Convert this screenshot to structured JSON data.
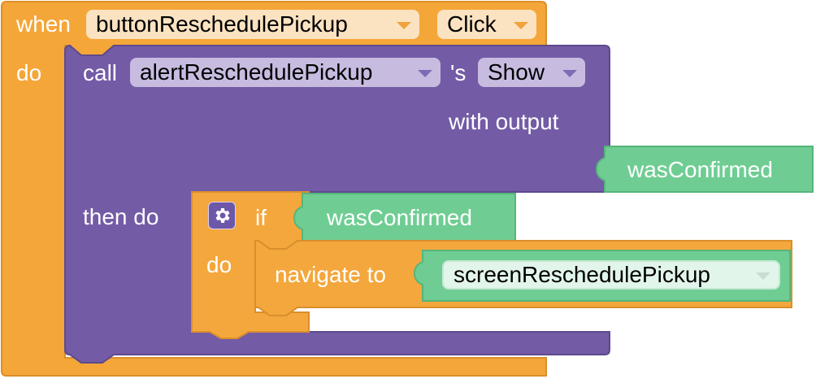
{
  "colors": {
    "event_block": "#f5a638",
    "event_shadow": "#dc8f2a",
    "call_block": "#735ba6",
    "call_shadow": "#5e4a8c",
    "if_block": "#f4a73c",
    "nav_block": "#f4a73c",
    "value_block": "#6fcd93"
  },
  "event": {
    "when_label": "when",
    "component": "buttonReschedulePickup",
    "event_name": "Click",
    "do_label": "do"
  },
  "call": {
    "call_label": "call",
    "component": "alertReschedulePickup",
    "possessive": "'s",
    "method": "Show",
    "with_output_label": "with output",
    "output_var": "wasConfirmed",
    "then_do_label": "then do"
  },
  "if_block": {
    "gear_icon": "gear-icon",
    "if_label": "if",
    "condition": "wasConfirmed",
    "do_label": "do"
  },
  "navigate": {
    "label": "navigate to",
    "screen": "screenReschedulePickup"
  }
}
